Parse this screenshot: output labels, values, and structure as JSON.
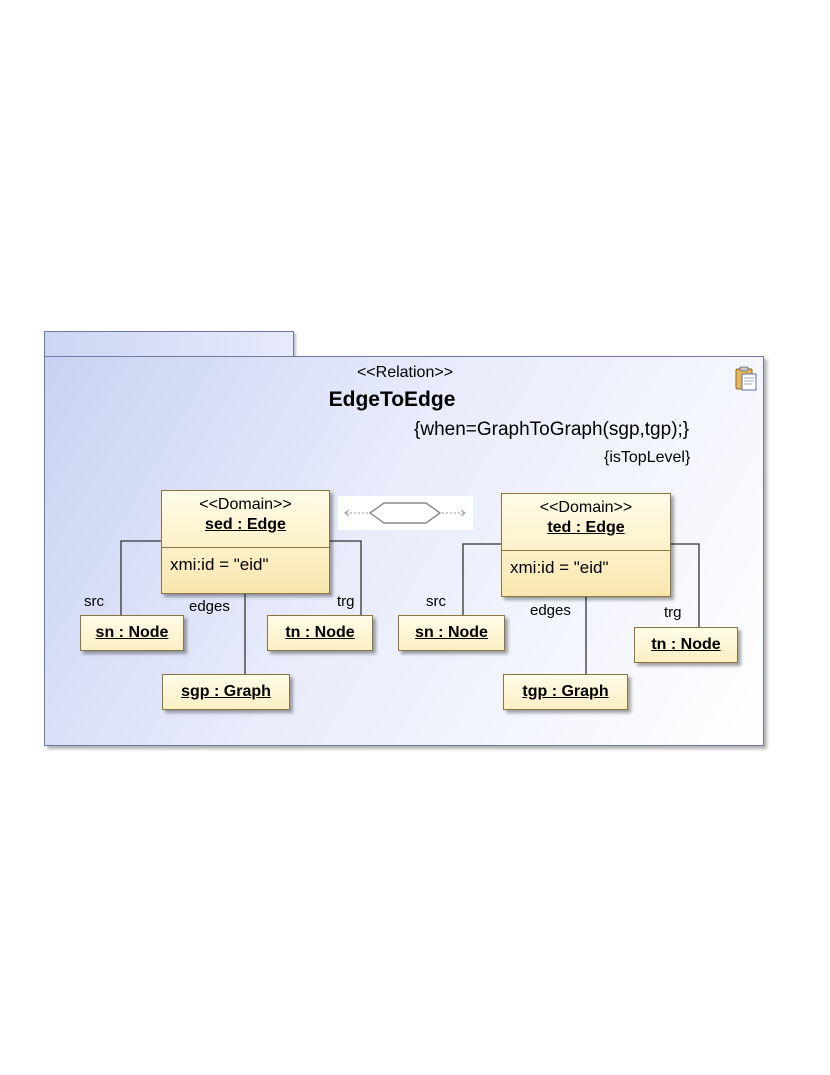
{
  "relation": {
    "stereotype": "<<Relation>>",
    "name": "EdgeToEdge",
    "when_clause": "{when=GraphToGraph(sgp,tgp);}",
    "top_level": "{isTopLevel}",
    "icon": "clipboard-icon"
  },
  "source_domain": {
    "stereotype": "<<Domain>>",
    "name": "sed : Edge",
    "attribute": "xmi:id = \"eid\"",
    "src_label": "src",
    "edges_label": "edges",
    "trg_label": "trg",
    "src_node": "sn : Node",
    "trg_node": "tn : Node",
    "graph": "sgp : Graph"
  },
  "target_domain": {
    "stereotype": "<<Domain>>",
    "name": "ted : Edge",
    "attribute": "xmi:id = \"eid\"",
    "src_label": "src",
    "edges_label": "edges",
    "trg_label": "trg",
    "src_node": "sn : Node",
    "trg_node": "tn : Node",
    "graph": "tgp : Graph"
  },
  "transformation": {
    "icon": "hexagon-transformation-icon"
  },
  "colors": {
    "package_fill": "#d3daf5",
    "element_fill": "#fcf0c6",
    "element_border": "#8a7440"
  }
}
